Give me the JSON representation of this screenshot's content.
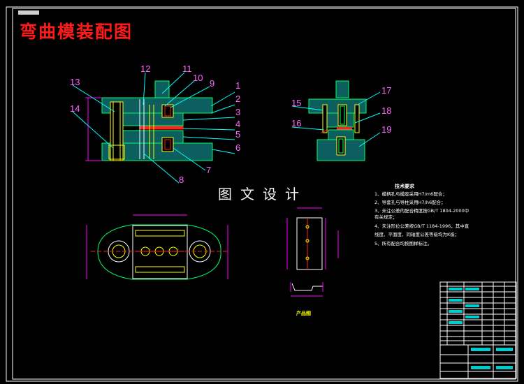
{
  "title": "弯曲模装配图",
  "watermark": "图文设计",
  "product_caption": "产品图",
  "tech_requirements": {
    "heading": "技术要求",
    "items": [
      "1、模柄孔与模座采用H7/m6配合；",
      "2、导套孔与导柱采用H7/h6配合；",
      "3、未注公差的配合精度按GB/T 1804-2000中",
      "   有关规定；",
      "4、未注形位公差按GB/T 1184-1996，其中直",
      "   线度、平面度、同轴度公差等级均为K级；",
      "5、所有配合均按图样标注。"
    ]
  },
  "part_numbers": [
    "1",
    "2",
    "3",
    "4",
    "5",
    "6",
    "7",
    "8",
    "9",
    "10",
    "11",
    "12",
    "13",
    "14",
    "15",
    "16",
    "17",
    "18",
    "19"
  ],
  "colors": {
    "background": "#000000",
    "frame": "#ffffff",
    "title": "#ff1a1a",
    "plate_fill": "#0d5e5e",
    "plate_edge": "#00ff66",
    "part_edge": "#ffff00",
    "red_part": "#ff2020",
    "dimension": "#ff00ff",
    "leader": "#00ffff",
    "number_color": "#ff66ff",
    "cyan_text": "#00ffff"
  }
}
